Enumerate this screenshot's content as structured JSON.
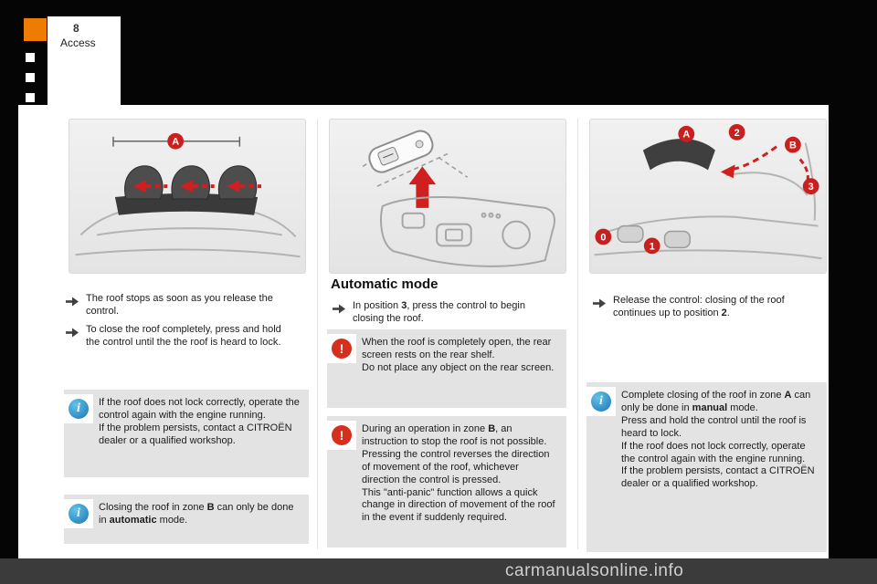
{
  "header": {
    "page_number": "8",
    "chapter": "Access"
  },
  "icons": {
    "info_glyph": "i",
    "warning_glyph": "!"
  },
  "illustrations": {
    "left_zone_label": "A",
    "right": {
      "a": "A",
      "two": "2",
      "b": "B",
      "three": "3",
      "zero": "0",
      "one": "1"
    }
  },
  "left_column": {
    "bullet1": "The roof stops as soon as you release the control.",
    "bullet2": "To close the roof completely, press and hold the control until the the roof is heard to lock.",
    "lock_box": {
      "s1": "If the roof does not lock correctly, operate the control again with the engine running.",
      "s2": "If the problem persists, contact a CITROËN dealer or a qualified workshop."
    },
    "zone_b_box": {
      "p1": "Closing the roof in zone ",
      "b1": "B",
      "p2": " can only be done in ",
      "b2": "automatic",
      "p3": " mode."
    }
  },
  "middle_column": {
    "heading": "Automatic mode",
    "bullet": {
      "p1": "In position ",
      "b1": "3",
      "p2": ", press the control to begin closing the roof."
    },
    "rear_screen_box": {
      "s1": "When the roof is completely open, the rear screen rests on the rear shelf.",
      "s2": "Do not place any object on the rear screen."
    },
    "anti_panic_box": {
      "p1": "During an operation in zone ",
      "b1": "B",
      "p2": ", an instruction to stop the roof is not possible.",
      "s2": "Pressing the control reverses the direction of movement of the roof, whichever direction the control is pressed.",
      "s3": "This \"anti-panic\" function allows a quick change in direction of movement of the roof in the event if suddenly required."
    }
  },
  "right_column": {
    "bullet": {
      "p1": "Release the control: closing of the roof continues up to position ",
      "b1": "2",
      "p2": "."
    },
    "zone_a_box": {
      "p1": "Complete closing of the roof in zone ",
      "b1": "A",
      "p2": " can only be done in ",
      "b2": "manual",
      "p3": " mode.",
      "s2": "Press and hold the control until the roof is heard to lock.",
      "s3": "If the roof does not lock correctly, operate the control again with the engine running.",
      "s4": "If the problem persists, contact a CITROËN dealer or a qualified workshop."
    }
  },
  "footer": {
    "watermark": "carmanualsonline.info"
  }
}
